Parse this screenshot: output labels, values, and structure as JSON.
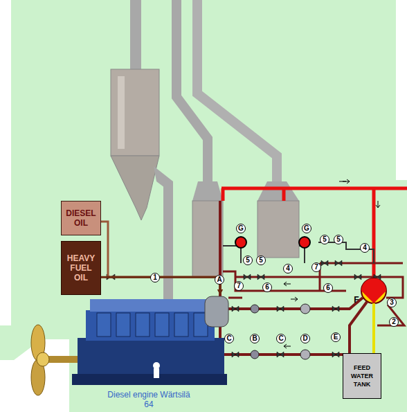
{
  "diagram": {
    "nodes": [
      {
        "text": [
          "DIESEL OIL"
        ]
      },
      {
        "text": [
          "HEAVY FUEL OIL"
        ]
      },
      {
        "text": [
          "Diesel engine Wärtsilä 64"
        ]
      },
      {
        "text": [
          "FEED WATER TANK"
        ]
      }
    ],
    "edges": [
      {
        "from": 0,
        "to": 2,
        "arrow": "to"
      },
      {
        "from": 1,
        "to": 2,
        "arrow": "to"
      }
    ],
    "labels": [
      "1",
      "A",
      "G",
      "G",
      "5",
      "5",
      "4",
      "7",
      "6",
      "5",
      "5",
      "4",
      "7",
      "6",
      "C",
      "B",
      "C",
      "D",
      "E",
      "F",
      "3",
      "2"
    ]
  }
}
